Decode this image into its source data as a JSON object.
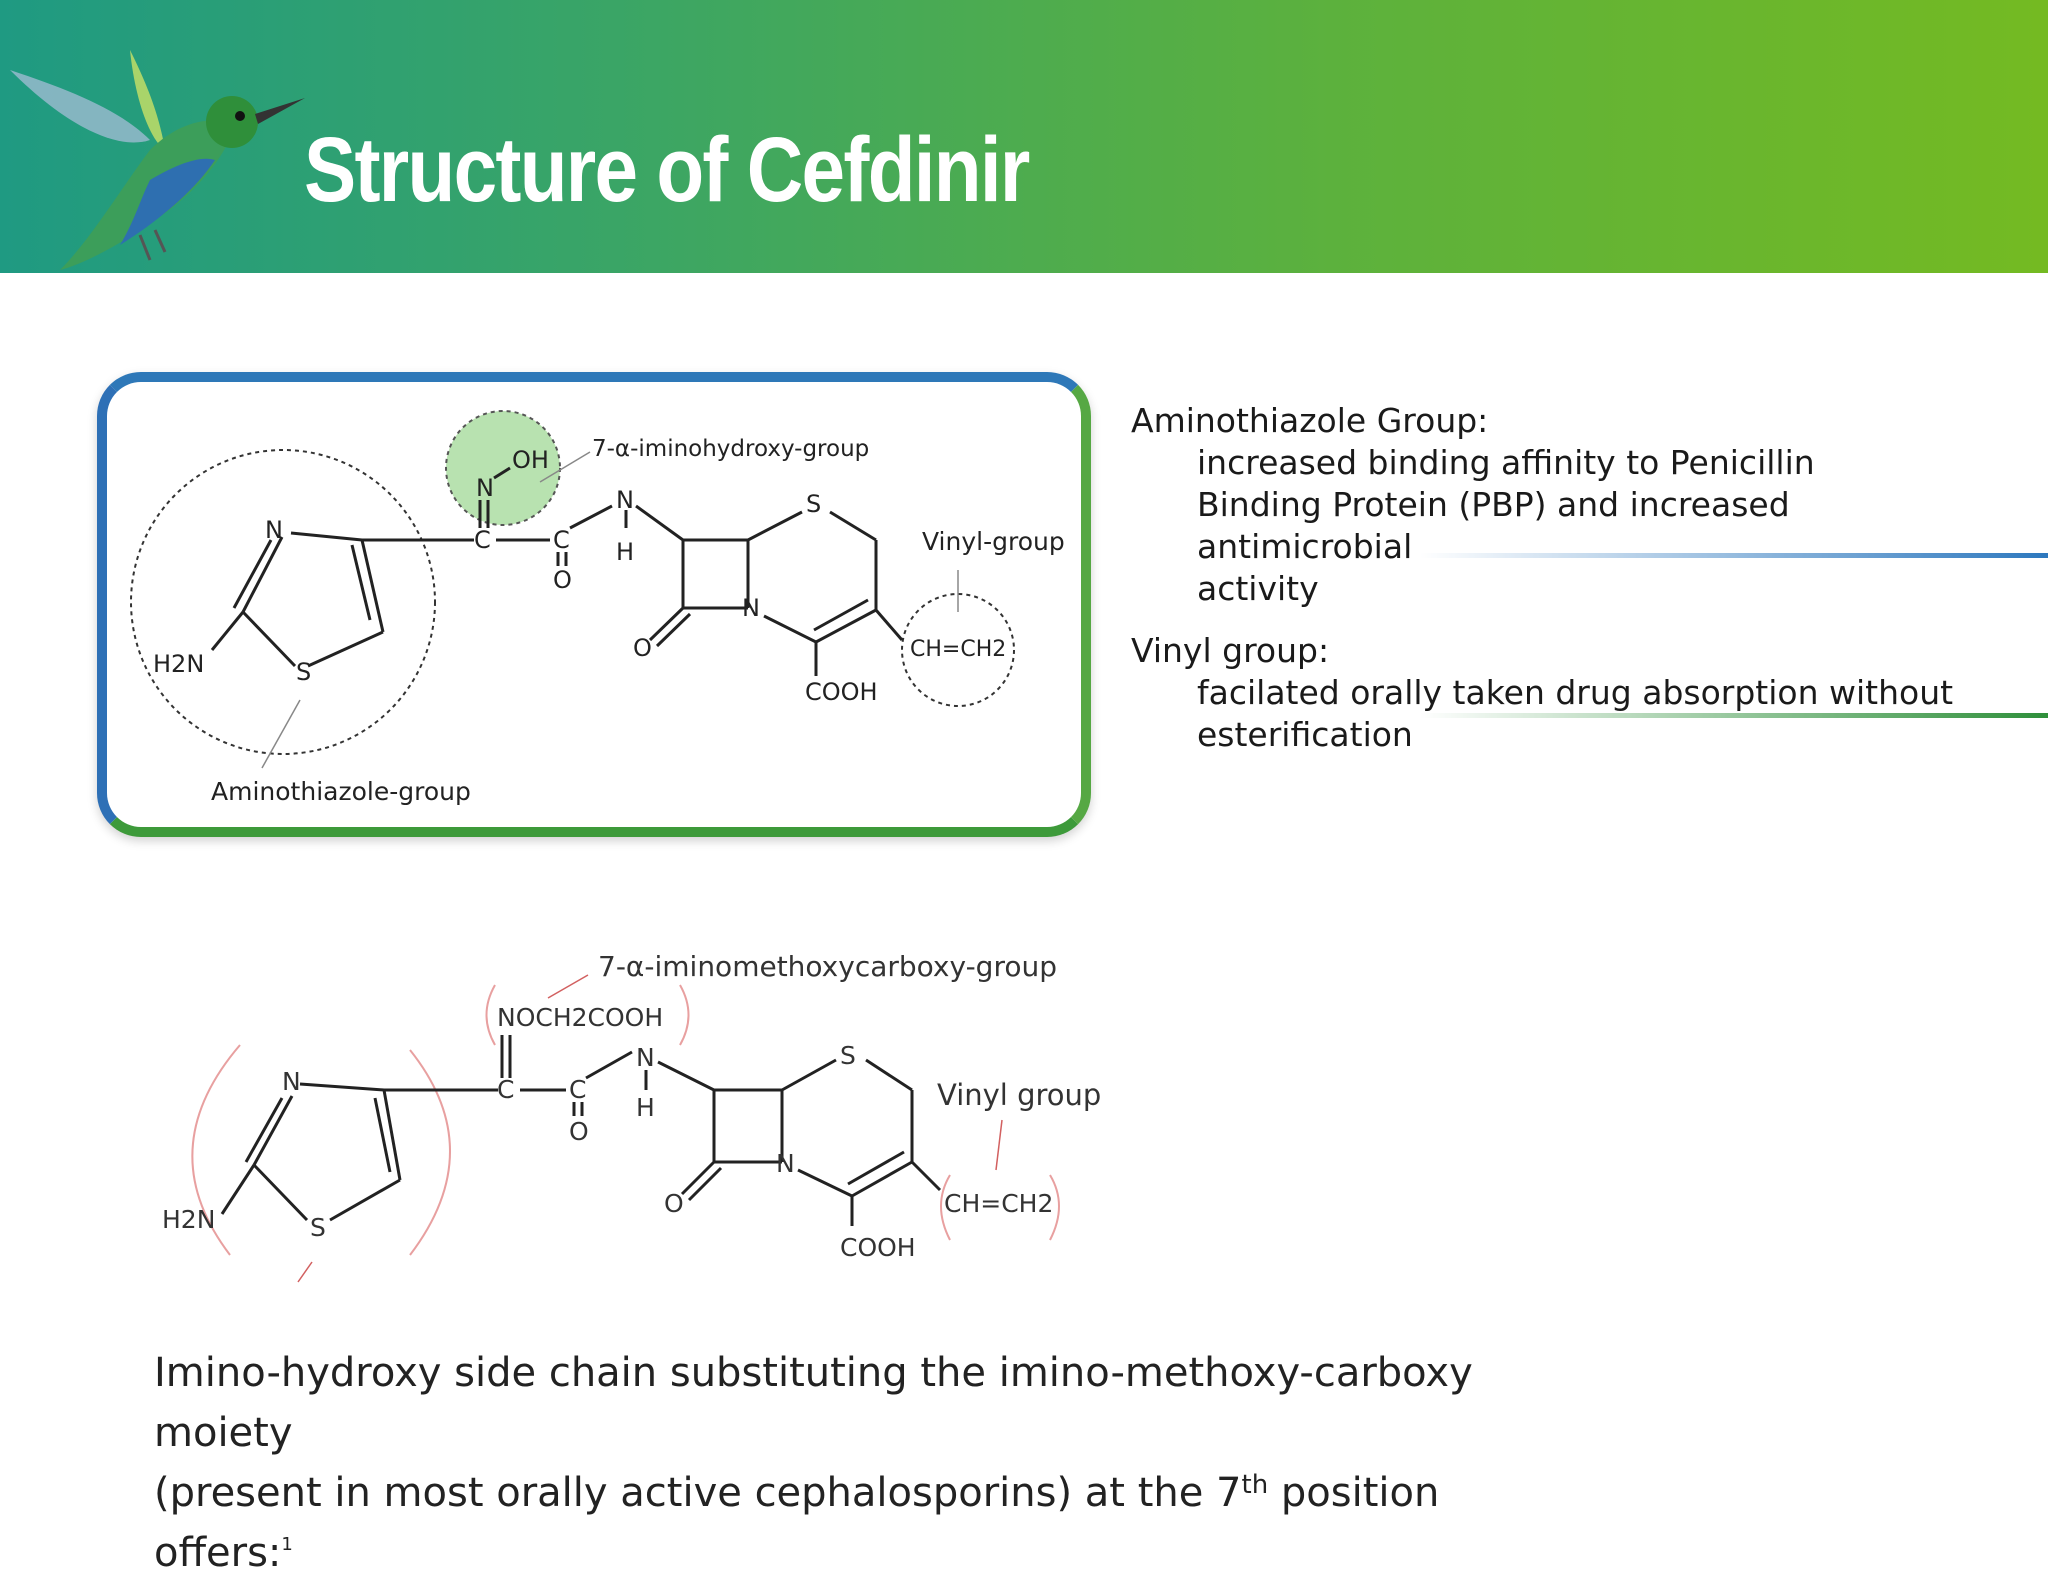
{
  "slide": {
    "title": "Structure of Cefdinir"
  },
  "top_structure": {
    "atoms": {
      "oh": "OH",
      "n_oxime": "N",
      "c_oxime": "C",
      "c_carbonyl": "C",
      "o_carbonyl": "O",
      "nh_n": "N",
      "nh_h": "H",
      "s_ring": "S",
      "n_lactam": "N",
      "o_lactam": "O",
      "cooh": "COOH",
      "vinyl": "CH=CH2",
      "n_thiazole": "N",
      "s_thiazole": "S",
      "h2n": "H2N"
    },
    "labels": {
      "iminohydroxy": "7-α-iminohydroxy-group",
      "vinyl": "Vinyl-group",
      "aminothiazole": "Aminothiazole-group"
    }
  },
  "notes": [
    {
      "heading": "Aminothiazole Group:",
      "lines": [
        "increased binding affinity to Penicillin",
        "Binding Protein (PBP) and increased antimicrobial",
        "activity"
      ]
    },
    {
      "heading": "Vinyl group:",
      "lines": [
        "facilated orally taken drug absorption without",
        "esterification"
      ]
    }
  ],
  "bottom_structure": {
    "atoms": {
      "side_chain": "NOCH2COOH",
      "n_amide": "N",
      "h_amide": "H",
      "c_oxime": "C",
      "c_carbonyl": "C",
      "o_carbonyl": "O",
      "s_ring": "S",
      "n_lactam": "N",
      "o_lactam": "O",
      "cooh": "COOH",
      "vinyl": "CH=CH2",
      "n_thiazole": "N",
      "s_thiazole": "S",
      "h2n": "H2N"
    },
    "labels": {
      "iminomethoxycarboxy": "7-α-iminomethoxycarboxy-group",
      "vinyl": "Vinyl group"
    }
  },
  "caption": {
    "line1": "Imino-hydroxy side chain substituting the imino-methoxy-carboxy moiety",
    "line2_a": "(present in most orally active cephalosporins) at the 7",
    "line2_sup": "th",
    "line2_b": " position offers:",
    "footnote": "1"
  },
  "colors": {
    "header_start": "#1f9a82",
    "header_end": "#74ba22",
    "highlight_green": "#b8e2b0",
    "bracket_red": "#e8a0a0"
  }
}
